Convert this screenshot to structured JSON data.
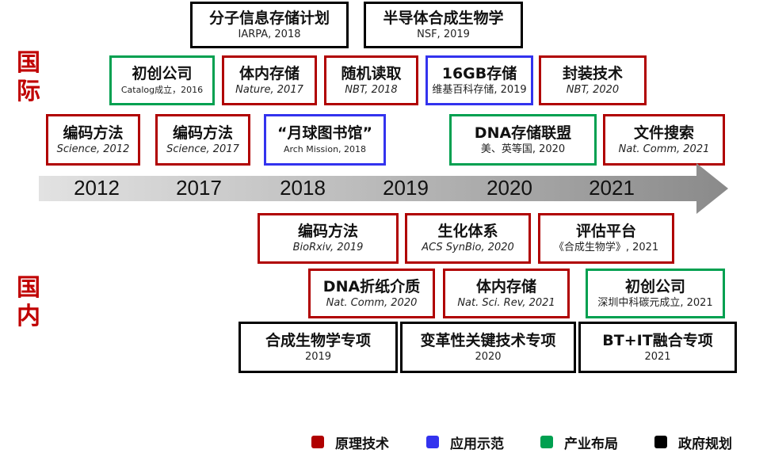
{
  "side_labels": {
    "intl": "国际",
    "domestic": "国内"
  },
  "timeline": {
    "years": [
      "2012",
      "2017",
      "2018",
      "2019",
      "2020",
      "2021"
    ]
  },
  "intl": {
    "row1": [
      {
        "title": "分子信息存储计划",
        "sub": "IARPA, 2018"
      },
      {
        "title": "半导体合成生物学",
        "sub": "NSF, 2019"
      }
    ],
    "row2": [
      {
        "title": "初创公司",
        "sub": "Catalog成立，2016"
      },
      {
        "title": "体内存储",
        "sub": "Nature, 2017"
      },
      {
        "title": "随机读取",
        "sub": "NBT, 2018"
      },
      {
        "title": "16GB存储",
        "sub": "维基百科存储, 2019"
      },
      {
        "title": "封装技术",
        "sub": "NBT, 2020"
      }
    ],
    "row3": [
      {
        "title": "编码方法",
        "sub": "Science, 2012"
      },
      {
        "title": "编码方法",
        "sub": "Science, 2017"
      },
      {
        "title": "“月球图书馆”",
        "sub": "Arch Mission, 2018"
      },
      {
        "title": "DNA存储联盟",
        "sub": "美、英等国, 2020"
      },
      {
        "title": "文件搜索",
        "sub": "Nat. Comm, 2021"
      }
    ]
  },
  "domestic": {
    "row1": [
      {
        "title": "编码方法",
        "sub": "BioRxiv, 2019"
      },
      {
        "title": "生化体系",
        "sub": "ACS SynBio, 2020"
      },
      {
        "title": "评估平台",
        "sub": "《合成生物学》, 2021"
      }
    ],
    "row2": [
      {
        "title": "DNA折纸介质",
        "sub": "Nat. Comm, 2020"
      },
      {
        "title": "体内存储",
        "sub": "Nat. Sci. Rev, 2021"
      },
      {
        "title": "初创公司",
        "sub": "深圳中科碳元成立, 2021"
      }
    ],
    "row3": [
      {
        "title": "合成生物学专项",
        "sub": "2019"
      },
      {
        "title": "变革性关键技术专项",
        "sub": "2020"
      },
      {
        "title": "BT+IT融合专项",
        "sub": "2021"
      }
    ]
  },
  "legend": [
    {
      "label": "原理技术",
      "color": "#b00000"
    },
    {
      "label": "应用示范",
      "color": "#3333ee"
    },
    {
      "label": "产业布局",
      "color": "#00a050"
    },
    {
      "label": "政府规划",
      "color": "#000000"
    }
  ]
}
